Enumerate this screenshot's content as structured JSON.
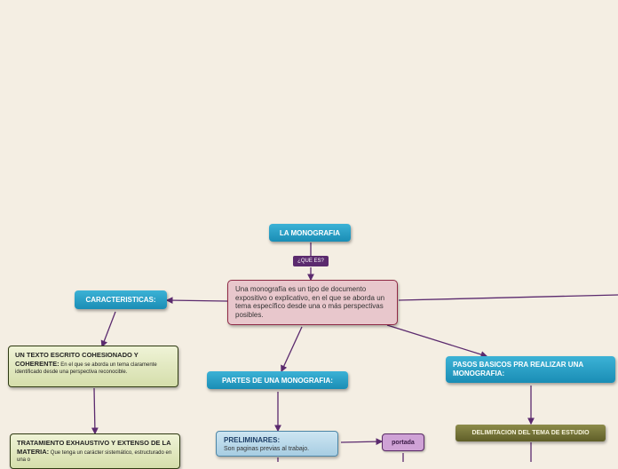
{
  "topic": "LA MONOGRAFIA",
  "question_tag": "¿QUE ES?",
  "definition": "Una monografía es un tipo de documento expositivo o explicativo, en el que se aborda un tema específico desde una o más perspectivas posibles.",
  "characteristics": {
    "title": "CARACTERISTICAS:",
    "item1": {
      "heading": "UN TEXTO ESCRITO COHESIONADO Y COHERENTE:",
      "text": " En el que se aborda un tema claramente identificado desde una perspectiva reconocible."
    },
    "item2": {
      "heading": "TRATAMIENTO EXHAUSTIVO Y EXTENSO DE LA MATERIA:",
      "text": " Que tenga un carácter sistemático, estructurado en una o"
    }
  },
  "parts": {
    "title": "PARTES  DE UNA MONOGRAFIA:",
    "preliminares": {
      "heading": "PRELIMINARES:",
      "text": "Son paginas previas al trabajo."
    },
    "portada": "portada"
  },
  "steps": {
    "title": "PASOS BASICOS PRA REALIZAR UNA MONOGRAFIA:",
    "delimitacion": "DELIMITACION DEL TEMA DE ESTUDIO"
  },
  "colors": {
    "background": "#f4eee3",
    "connector": "#5b2a6e",
    "primary_node": "#1a8db5",
    "definition_node": "#e8c7cc"
  }
}
